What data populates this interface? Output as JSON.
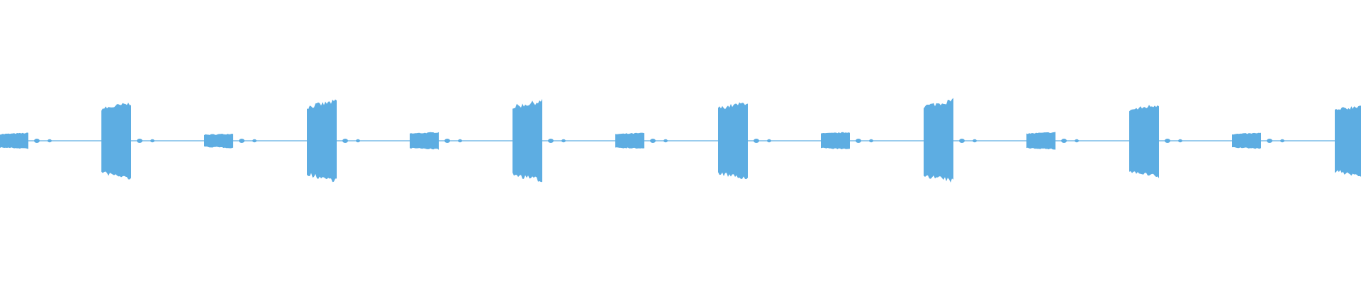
{
  "waveform": {
    "color": "#5DADE2",
    "pattern": [
      "partial-small-burst",
      "large-burst",
      "small-burst",
      "large-burst",
      "small-burst",
      "large-burst",
      "small-burst",
      "large-burst",
      "small-burst",
      "large-burst",
      "small-burst",
      "large-burst",
      "small-burst",
      "partial-large-burst"
    ]
  }
}
